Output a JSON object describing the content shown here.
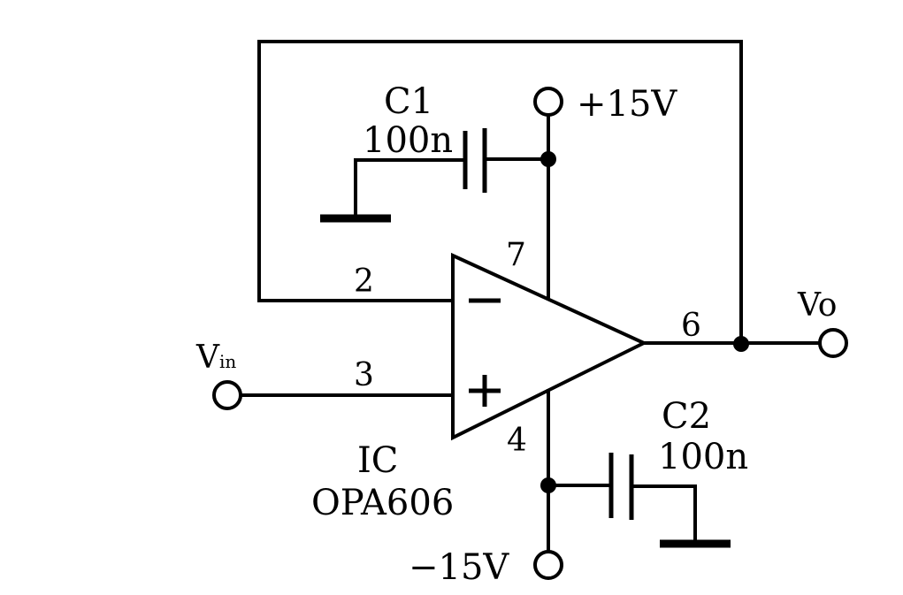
{
  "diagram": {
    "components": {
      "c1": {
        "name": "C1",
        "value": "100n"
      },
      "c2": {
        "name": "C2",
        "value": "100n"
      },
      "ic": {
        "name": "IC",
        "part": "OPA606"
      }
    },
    "supplies": {
      "positive": "+15V",
      "negative": "−15V"
    },
    "pins": {
      "inverting": "2",
      "non_inverting": "3",
      "v_plus": "7",
      "v_minus": "4",
      "output": "6"
    },
    "signals": {
      "input_main": "V",
      "input_sub": "in",
      "output": "Vo"
    },
    "opamp_inputs": {
      "inverting": "minus",
      "non_inverting": "plus"
    },
    "colors": {
      "ink": "#000000",
      "background": "#ffffff"
    }
  }
}
